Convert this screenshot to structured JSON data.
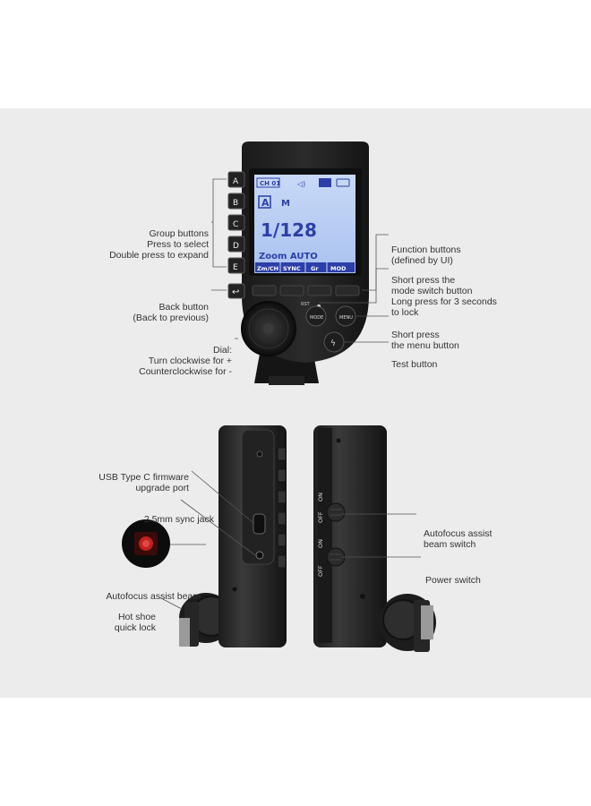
{
  "group_buttons": [
    "A",
    "B",
    "C",
    "D",
    "E"
  ],
  "screen": {
    "channel": "CH 01",
    "group": "A",
    "mode": "M",
    "power": "1/128",
    "zoom": "Zoom AUTO",
    "softkeys": [
      "Zm/CH",
      "SYNC",
      "Gr",
      "MOD"
    ]
  },
  "device_labels": {
    "rst": "RST",
    "mode": "MODE",
    "menu": "MENU"
  },
  "side_labels": {
    "on_top": "ON",
    "off_top": "OFF",
    "on_bottom": "ON",
    "off_bottom": "OFF"
  },
  "callouts": {
    "group_buttons": [
      "Group buttons",
      "Press to select",
      "Double press to expand"
    ],
    "back_button": [
      "Back button",
      "(Back to previous)"
    ],
    "dial": [
      "Dial:",
      "Turn clockwise for +",
      "Counterclockwise for -"
    ],
    "function_buttons": [
      "Function buttons",
      "(defined by UI)"
    ],
    "mode_switch": [
      "Short press the",
      "mode switch button",
      "Long press for 3 seconds",
      "to lock"
    ],
    "menu_button": [
      "Short press",
      "the menu button"
    ],
    "test_button": [
      "Test button"
    ],
    "usb": [
      "USB Type C firmware",
      "upgrade port"
    ],
    "sync_jack": [
      "2.5mm sync jack"
    ],
    "af_beam": [
      "Autofocus assist beam"
    ],
    "hot_shoe": [
      "Hot shoe",
      "quick lock"
    ],
    "af_switch": [
      "Autofocus assist",
      "beam switch"
    ],
    "power_switch": [
      "Power switch"
    ]
  }
}
